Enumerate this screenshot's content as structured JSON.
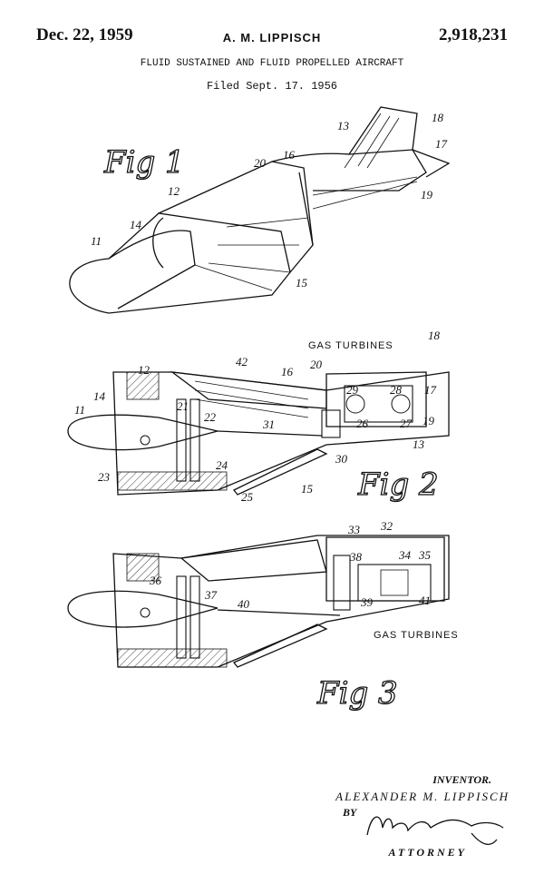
{
  "header": {
    "date": "Dec. 22, 1959",
    "inventor": "A. M. LIPPISCH",
    "patent_number": "2,918,231",
    "title": "FLUID SUSTAINED AND FLUID PROPELLED AIRCRAFT",
    "filed": "Filed Sept. 17. 1956"
  },
  "figures": {
    "fig1": {
      "label": "Fig 1",
      "refs": [
        "11",
        "12",
        "13",
        "14",
        "15",
        "16",
        "17",
        "18",
        "19",
        "20"
      ]
    },
    "fig2": {
      "label": "Fig 2",
      "caption": "GAS TURBINES",
      "refs": [
        "11",
        "12",
        "13",
        "14",
        "15",
        "16",
        "17",
        "18",
        "19",
        "20",
        "21",
        "22",
        "23",
        "24",
        "25",
        "26",
        "27",
        "28",
        "29",
        "30",
        "31",
        "42"
      ]
    },
    "fig3": {
      "label": "Fig 3",
      "caption": "GAS TURBINES",
      "refs": [
        "32",
        "33",
        "34",
        "35",
        "36",
        "37",
        "38",
        "39",
        "40",
        "41"
      ]
    }
  },
  "signature": {
    "inventor_label": "INVENTOR.",
    "inventor_name": "ALEXANDER M. LIPPISCH",
    "by": "BY",
    "attorney_signature": "Marvin Moody",
    "attorney_label": "ATTORNEY"
  }
}
